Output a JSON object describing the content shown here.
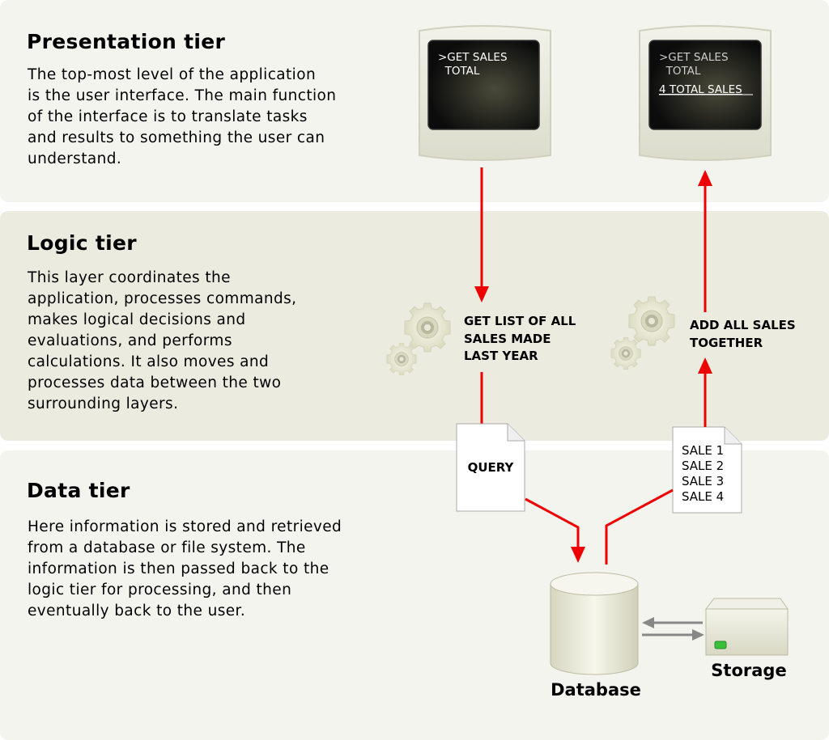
{
  "presentation": {
    "title": "Presentation tier",
    "desc": [
      "The top-most level of the application",
      "is the user interface. The main function",
      "of the interface is to translate tasks",
      "and results to something the user can",
      "understand."
    ],
    "screen_left": {
      "lines": [
        ">GET SALES",
        "  TOTAL"
      ]
    },
    "screen_right": {
      "lines": [
        ">GET SALES",
        "  TOTAL"
      ],
      "result": "4 TOTAL SALES"
    }
  },
  "logic": {
    "title": "Logic tier",
    "desc": [
      "This layer coordinates the",
      "application, processes commands,",
      "makes logical decisions and",
      "evaluations, and performs",
      "calculations.  It also moves and",
      "processes data between the two",
      "surrounding layers."
    ],
    "left_label": [
      "GET LIST OF ALL",
      "SALES MADE",
      "LAST YEAR"
    ],
    "right_label": [
      "ADD ALL SALES",
      "TOGETHER"
    ]
  },
  "data": {
    "title": "Data tier",
    "desc": [
      "Here information is stored and retrieved",
      "from a database or file system.  The",
      "information is then passed back to the",
      "logic tier for processing, and then",
      "eventually back to the user."
    ],
    "query_doc": "QUERY",
    "sales_doc": [
      "SALE 1",
      "SALE 2",
      "SALE 3",
      "SALE 4"
    ],
    "database_label": "Database",
    "storage_label": "Storage"
  },
  "colors": {
    "arrow": "#ee0000",
    "grey_arrow": "#888888",
    "screen": "#111111",
    "screen_text": "#ffffff",
    "screen_dim_text": "#cccccc",
    "gear": "#e8e8d0"
  },
  "icons": [
    "monitor-icon",
    "gear-icon",
    "document-icon",
    "database-icon",
    "storage-drive-icon"
  ]
}
